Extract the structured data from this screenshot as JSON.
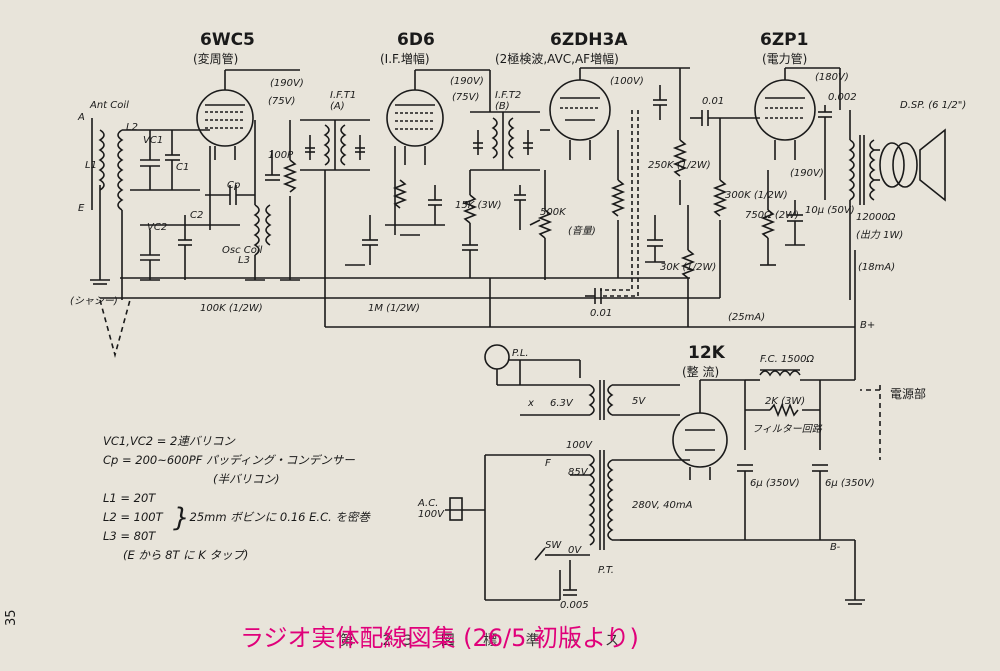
{
  "tubes": [
    {
      "name": "6WC5",
      "role": "(変周管)"
    },
    {
      "name": "6D6",
      "role": "(I.F.増幅)"
    },
    {
      "name": "6ZDH3A",
      "role": "(2極検波,AVC,AF増幅)"
    },
    {
      "name": "6ZP1",
      "role": "(電力管)"
    },
    {
      "name": "12K",
      "role": "(整 流)"
    }
  ],
  "labels": {
    "ant_coil": "Ant Coil",
    "terminal_a": "A",
    "terminal_e": "E",
    "l1": "L1",
    "l2": "L2",
    "l3": "L3",
    "vc1": "VC1",
    "vc2": "VC2",
    "c1": "C1",
    "c2": "C2",
    "cp": "Cp",
    "osc_coil": "Osc Coil",
    "chassis": "(シャシー)",
    "ift1": "I.F.T1 (A)",
    "ift2": "I.F.T2 (B)",
    "v190a": "(190V)",
    "v75a": "(75V)",
    "v190b": "(190V)",
    "v75b": "(75V)",
    "v100": "(100V)",
    "v180": "(180V)",
    "v190c": "(190V)",
    "r100k": "100K (1/2W)",
    "r1m": "1M (1/2W)",
    "c001a": "0.01",
    "c001b": "0.01",
    "c0002": "0.002",
    "vol500k": "500K",
    "volume": "(音量)",
    "r15k": "15K (3W)",
    "r250k": "250K (1/2W)",
    "r300k": "300K (1/2W)",
    "r750": "750Ω (2W)",
    "c10u": "10μ (50V)",
    "r30k": "30K (1/2W)",
    "c100p": "100P",
    "speaker": "D.SP. (6 1/2\")",
    "ohm12000": "12000Ω",
    "out1w": "(出力 1W)",
    "ma18": "(18mA)",
    "ma25": "(25mA)",
    "bplus": "B+",
    "bminus": "B-",
    "pl": "P.L.",
    "x": "x",
    "v63": "6.3V",
    "v5": "5V",
    "fc": "F.C. 1500Ω",
    "r2k": "2K (3W)",
    "filter": "フィルター回路",
    "power": "電源部",
    "v100b": "100V",
    "v85": "85V",
    "f": "F",
    "v280": "280V, 40mA",
    "ac": "A.C. 100V",
    "sw": "SW",
    "v0": "0V",
    "pt": "P.T.",
    "c6u_a": "6μ (350V)",
    "c6u_b": "6μ (350V)",
    "c0005": "0.005"
  },
  "notes": [
    "VC1,VC2 = 2連バリコン",
    "Cp = 200~600PF パッディング・コンデンサー",
    "(半バリコン)",
    "L1 = 20T",
    "L2 = 100T",
    "L3 = 80T",
    "25mm ボビンに 0.16 E.C. を密巻",
    "(E から 8T に K タップ)"
  ],
  "footer": "ラジオ実体配線図集 (26/5 初版より)",
  "page_number": "35",
  "caption_under": "第 23 図 標 準 ─ ス"
}
